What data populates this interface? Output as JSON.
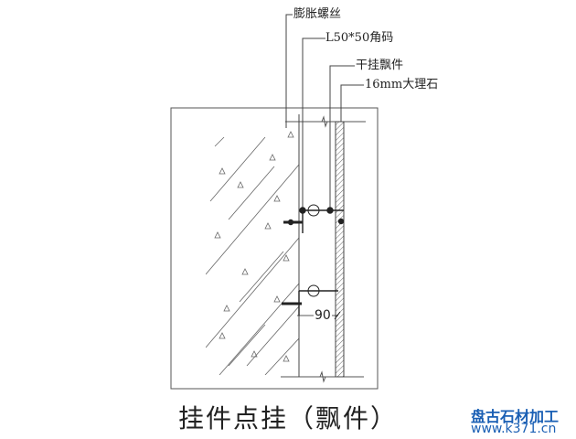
{
  "diagram": {
    "title": "挂件点挂（飘件）",
    "labels": {
      "expansion_bolt": "膨胀螺丝",
      "angle_bracket": "L50*50角码",
      "dry_hang_fitting": "干挂飘件",
      "marble": "16mm大理石"
    },
    "dimension": "90",
    "colors": {
      "line": "#333333",
      "watermark": "#1a5fb4"
    }
  },
  "watermark": {
    "brand": "盘古石材加工",
    "url": "www.k371.cn"
  }
}
